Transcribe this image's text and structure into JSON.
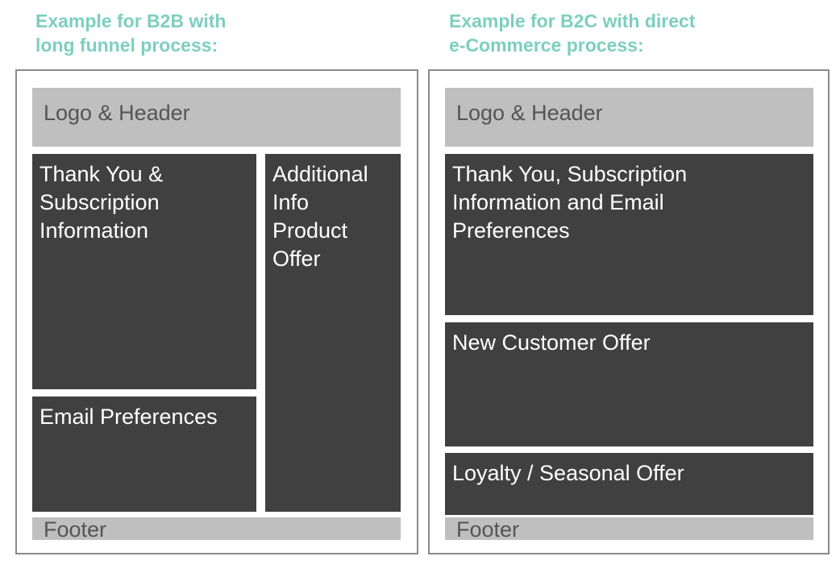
{
  "left": {
    "caption": "Example for B2B with\nlong funnel process:",
    "header": "Logo & Header",
    "thank_you": "Thank You &\nSubscription\nInformation",
    "email_prefs": "Email Preferences",
    "additional": "Additional\nInfo\nProduct\nOffer",
    "footer": "Footer"
  },
  "right": {
    "caption": "Example for B2C with direct\ne-Commerce process:",
    "header": "Logo & Header",
    "thank_you": "Thank You, Subscription\nInformation and Email\nPreferences",
    "new_customer": "New Customer Offer",
    "loyalty": "Loyalty / Seasonal Offer",
    "footer": "Footer"
  },
  "colors": {
    "caption": "#7dcfbf",
    "dark_block": "#404040",
    "light_block": "#bfbfbf",
    "frame_border": "#8a8a8a"
  }
}
